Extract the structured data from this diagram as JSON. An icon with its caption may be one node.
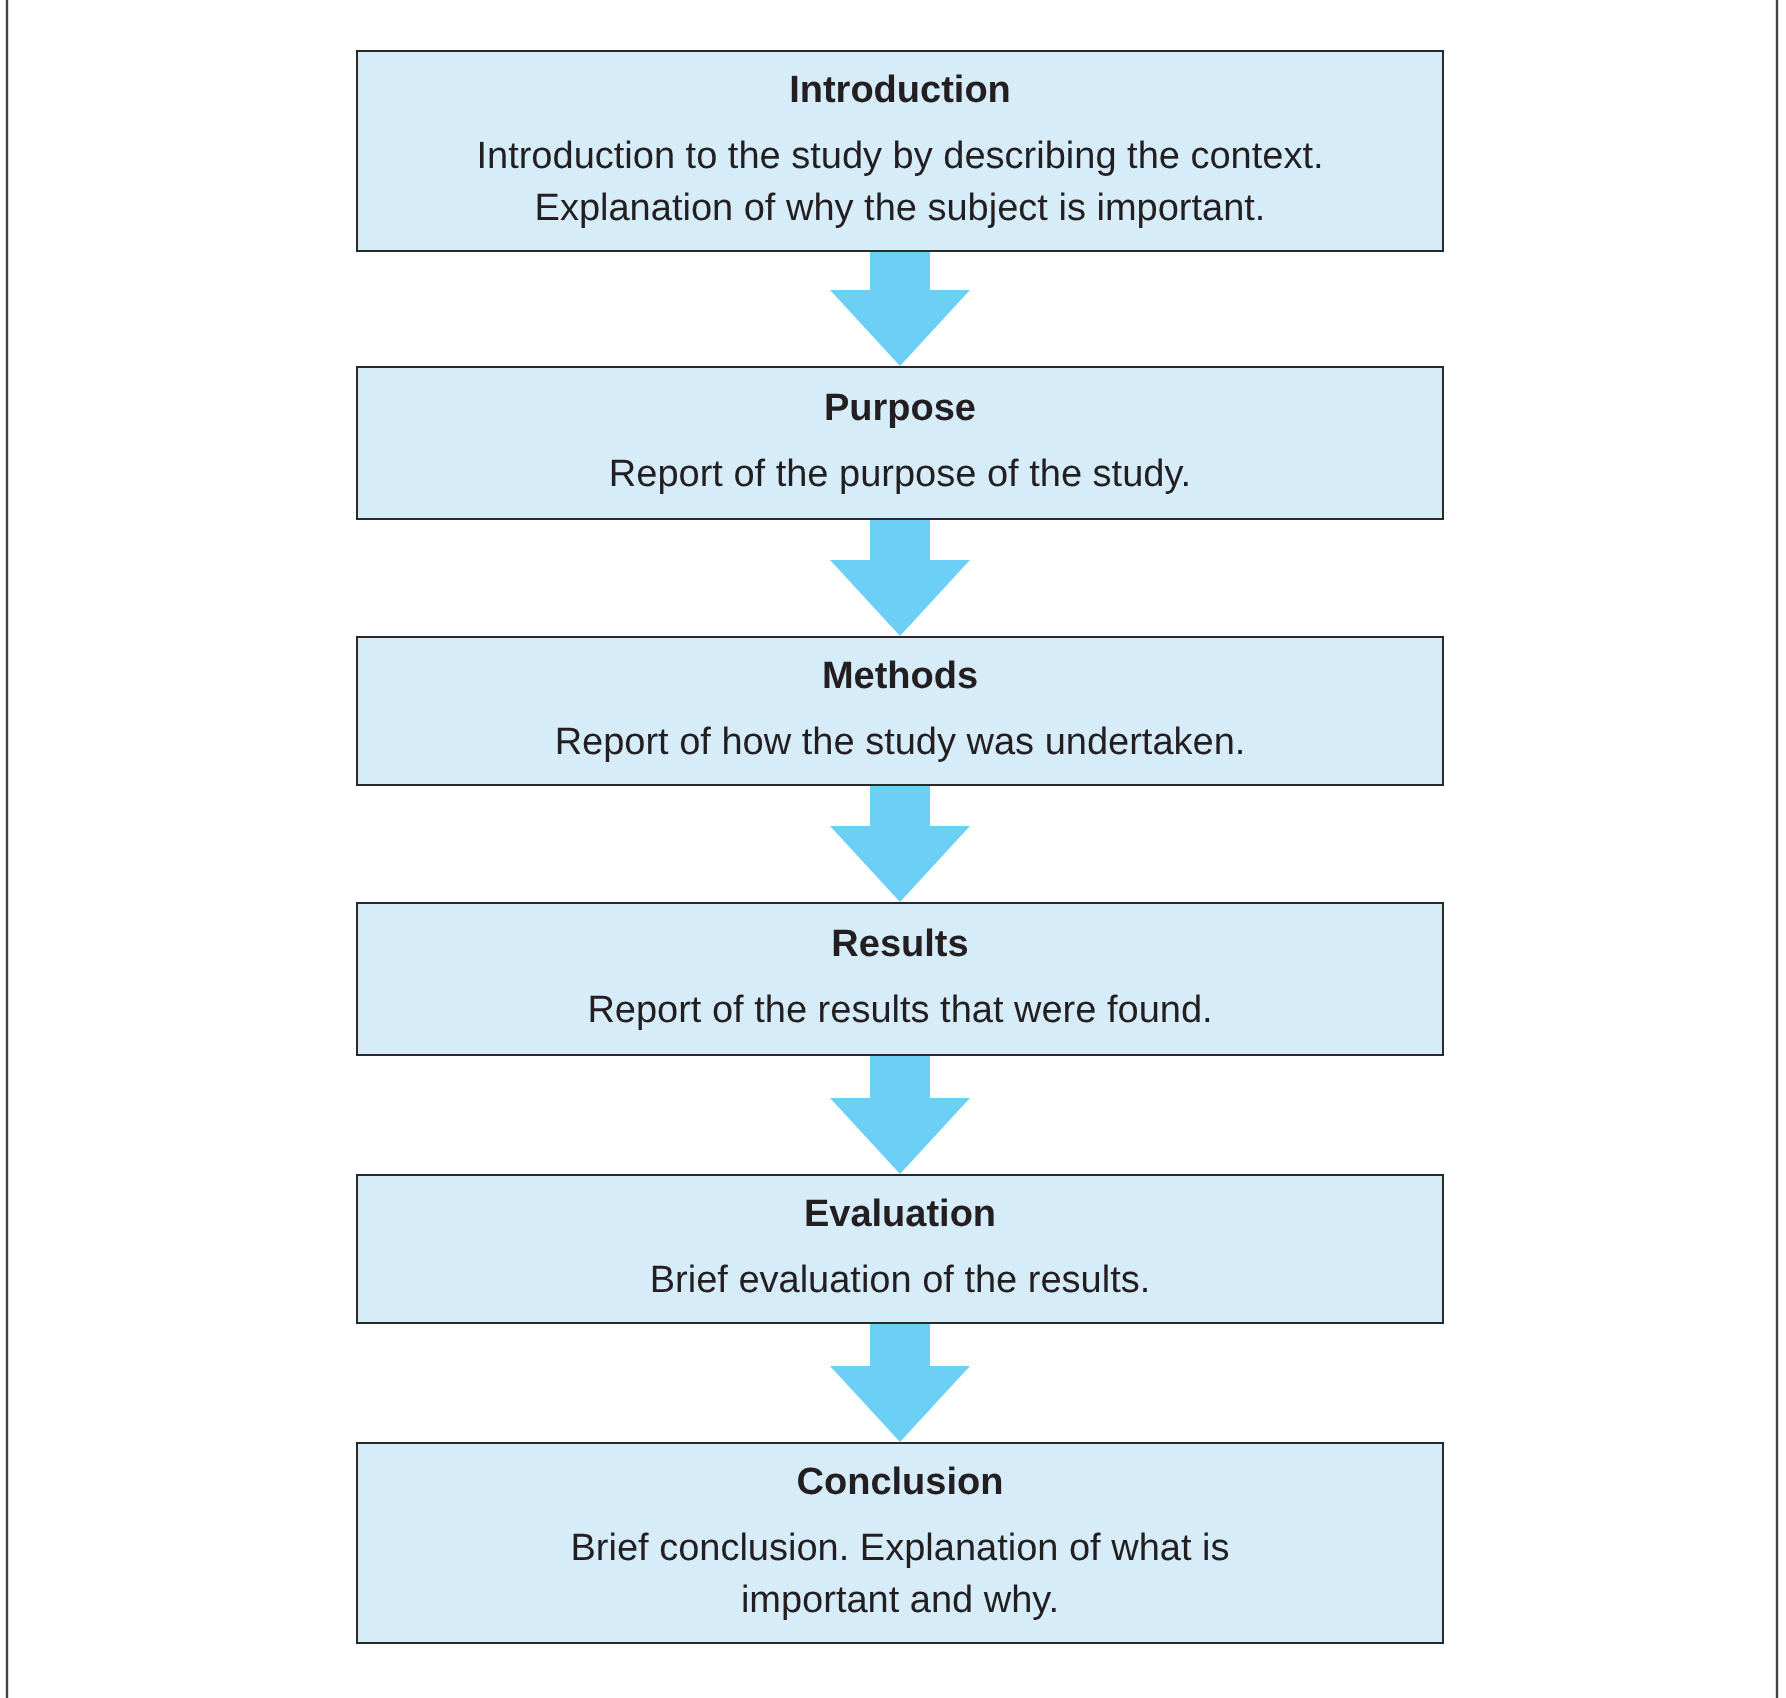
{
  "diagram": {
    "nodes": [
      {
        "text": [
          "Introduction",
          "Introduction to the study by describing the context. Explanation of why the subject is important."
        ]
      },
      {
        "text": [
          "Purpose",
          "Report of the purpose of the study."
        ]
      },
      {
        "text": [
          "Methods",
          "Report of how the study was undertaken."
        ]
      },
      {
        "text": [
          "Results",
          "Report of the results that were found."
        ]
      },
      {
        "text": [
          "Evaluation",
          "Brief evaluation of the results."
        ]
      },
      {
        "text": [
          "Conclusion",
          "Brief conclusion. Explanation of what is important and why."
        ]
      }
    ],
    "edges": [
      {
        "from": 0,
        "to": 1,
        "arrow": "to"
      },
      {
        "from": 1,
        "to": 2,
        "arrow": "to"
      },
      {
        "from": 2,
        "to": 3,
        "arrow": "to"
      },
      {
        "from": 3,
        "to": 4,
        "arrow": "to"
      },
      {
        "from": 4,
        "to": 5,
        "arrow": "to"
      }
    ]
  }
}
